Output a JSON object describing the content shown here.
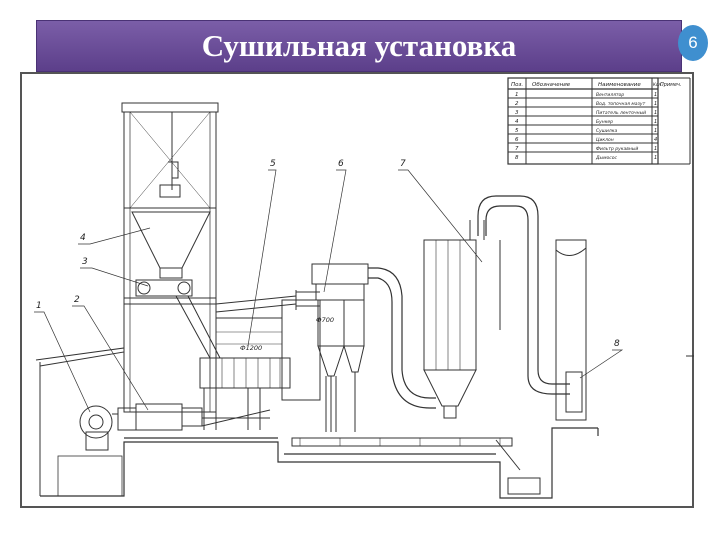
{
  "slide": {
    "title": "Сушильная установка",
    "page_number": "6"
  },
  "spec_table": {
    "headers": [
      "Поз.",
      "Обозначение",
      "Наименование",
      "Кол.",
      "Примеч."
    ],
    "rows": [
      {
        "pos": "1",
        "name": "Вентилятор",
        "qty": "1"
      },
      {
        "pos": "2",
        "name": "Вод. топочная мазут",
        "qty": "1"
      },
      {
        "pos": "3",
        "name": "Питатель ленточный",
        "qty": "1"
      },
      {
        "pos": "4",
        "name": "Бункер",
        "qty": "1"
      },
      {
        "pos": "5",
        "name": "Сушилка",
        "qty": "1"
      },
      {
        "pos": "6",
        "name": "Циклон",
        "qty": "4"
      },
      {
        "pos": "7",
        "name": "Фильтр рукавный",
        "qty": "1"
      },
      {
        "pos": "8",
        "name": "Дымосос",
        "qty": "1"
      }
    ]
  },
  "callouts": [
    "1",
    "2",
    "3",
    "4",
    "5",
    "6",
    "7",
    "8"
  ],
  "dimensions": {
    "dryer_diameter": "Ф1200",
    "cyclone_diameter": "Ф700"
  },
  "colors": {
    "title_bg": "#6a4c98",
    "badge_bg": "#3f8fcf",
    "line": "#333333"
  }
}
